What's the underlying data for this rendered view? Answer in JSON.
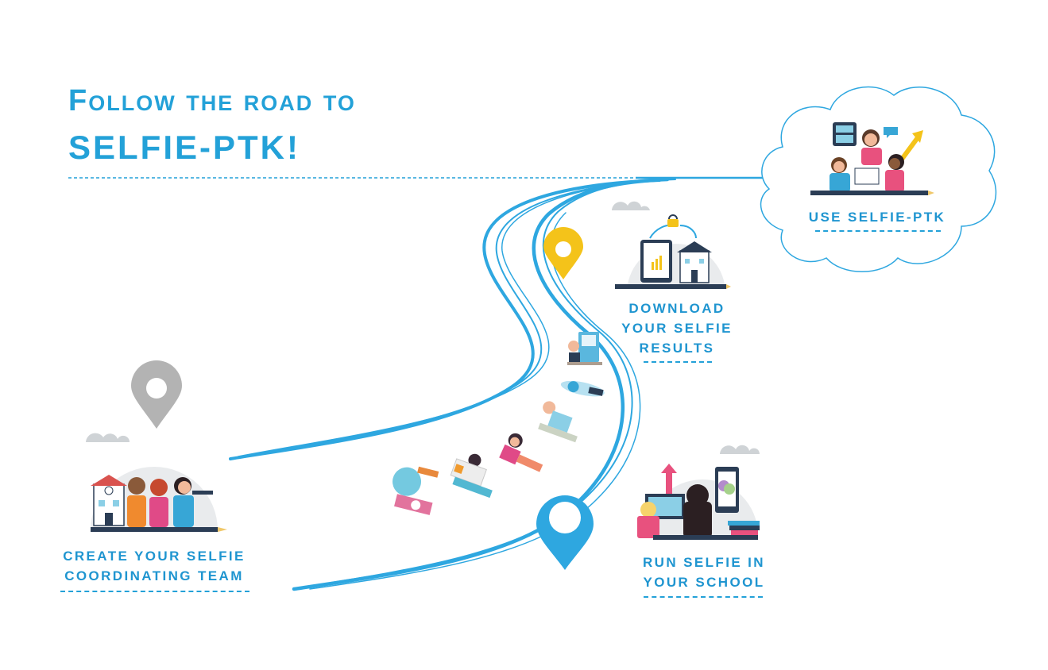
{
  "title": {
    "line1": "Follow the road to",
    "line2": "SELFIE-PTK!"
  },
  "stages": [
    {
      "id": "create-team",
      "lines": [
        "CREATE YOUR SELFIE",
        "COORDINATING TEAM"
      ]
    },
    {
      "id": "run-selfie",
      "lines": [
        "RUN SELFIE IN",
        "YOUR SCHOOL"
      ]
    },
    {
      "id": "download-results",
      "lines": [
        "DOWNLOAD",
        "YOUR SELFIE",
        "RESULTS"
      ]
    },
    {
      "id": "use-selfie-ptk",
      "lines": [
        "USE SELFIE-PTK"
      ]
    }
  ],
  "colors": {
    "accent": "#23a1d8",
    "road": "#2ea7e0",
    "pin_yellow": "#f4c31a",
    "pin_grey": "#b3b3b3",
    "pin_blue": "#2ea7e0",
    "cloud_grey": "#cfd3d6"
  },
  "icons": {
    "start_pin": "location-pin-grey",
    "mid_pin": "location-pin-yellow",
    "end_pin": "location-pin-blue",
    "cloud": "cloud-outline"
  }
}
